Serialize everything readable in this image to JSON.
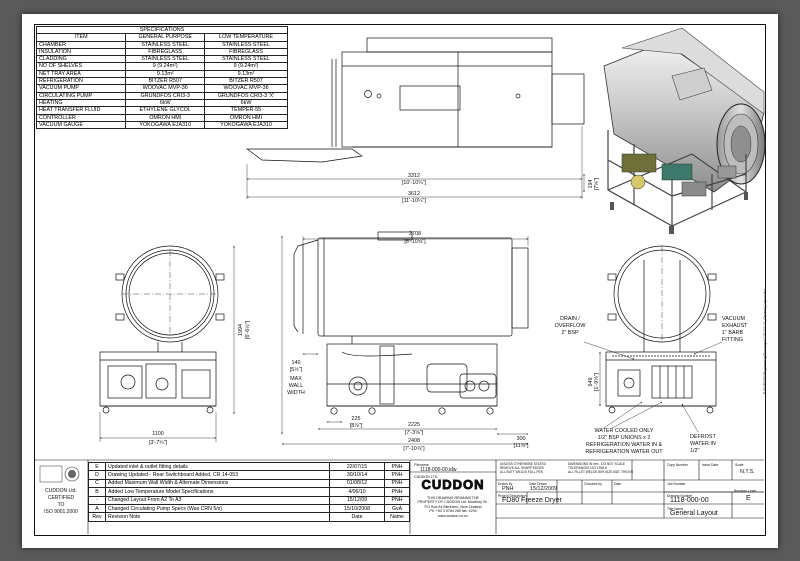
{
  "specifications": {
    "title": "SPECIFICATIONS",
    "headers": [
      "ITEM",
      "GENERAL PURPOSE",
      "LOW TEMPERATURE"
    ],
    "rows": [
      [
        "CHAMBER",
        "STAINLESS STEEL",
        "STAINLESS STEEL"
      ],
      [
        "INSULATION",
        "FIBREGLASS",
        "FIBREGLASS"
      ],
      [
        "CLADDING",
        "STAINLESS STEEL",
        "STAINLESS STEEL"
      ],
      [
        "NO OF SHELVES",
        "9 (9.24m²)",
        "9 (9.24m²)"
      ],
      [
        "NET TRAY AREA",
        "9.13m²",
        "9.13m²"
      ],
      [
        "REFRIGERATION",
        "BITZER R507",
        "BITZER R507"
      ],
      [
        "VACUUM PUMP",
        "WOOVAC MVP-36",
        "WOOVAC MVP-36"
      ],
      [
        "CIRCULATING PUMP",
        "GRUNDFOS CRI3-3",
        "GRUNDFOS CRI3-3 'X'"
      ],
      [
        "HEATING",
        "6kW",
        "6kW"
      ],
      [
        "HEAT TRANSFER FLUID",
        "ETHYLENE GLYCOL",
        "TEMPER-55"
      ],
      [
        "CONTROLLER",
        "OMRON HMI",
        "OMRON HMI"
      ],
      [
        "VACUUM GAUGE",
        "YOKOGAWA EJA310",
        "YOKOGAWA EJA310"
      ]
    ]
  },
  "dimensions": {
    "d3312": "3312",
    "d3312_in": "[10'-10¼\"]",
    "d3612": "3612",
    "d3612_in": "[11'-10¼\"]",
    "d194": "194",
    "d194_in": "[7⅝\"]",
    "d2708": "2708",
    "d2708_in": "[8'-10⅝\"]",
    "d1994": "1994",
    "d1994_in": "[6'-6½\"]",
    "d1100": "1100",
    "d1100_in": "[3'-7¼\"]",
    "d140": "140",
    "d140_in": "[5½\"]",
    "max_wall": "MAX\nWALL\nWIDTH",
    "d225": "225",
    "d225_in": "[8⅞\"]",
    "d2225": "2225",
    "d2225_in": "[7'-3⅝\"]",
    "d2408": "2408",
    "d2408_in": "[7'-10⅞\"]",
    "d300": "300",
    "d300_in": "[11⅞\"]",
    "d549": "549",
    "d549_in": "[1'-9⅝\"]"
  },
  "callouts": {
    "drain": [
      "DRAIN /",
      "OVERFLOW",
      "2\" BSP"
    ],
    "vacuum": [
      "VACUUM",
      "EXHAUST",
      "1\" BARB",
      "FITTING"
    ],
    "water": [
      "WATER COOLED ONLY",
      "1/2\" BSP UNIONS x 2",
      "REFRIGERATION WATER IN &",
      "REFRIGERATION WATER OUT"
    ],
    "defrost": [
      "DEFROST",
      "WATER IN",
      "1/2\""
    ]
  },
  "revisions": {
    "rows": [
      [
        "E",
        "Updated inlet & outlet fitting details",
        "22/07/15",
        "PNH"
      ],
      [
        "D",
        "Drawing Updated - Rear Switchboard Added, CR 14-053",
        "30/10/14",
        "PNH"
      ],
      [
        "C",
        "Added Maximum Wall Width & Alternate Dimensions",
        "01/08/12",
        "PNH"
      ],
      [
        "B",
        "Added Low Temperature Model Specifications",
        "4/06/10",
        "PNH"
      ],
      [
        "-",
        "Changed Layout From A2 To A3",
        "15/12/09",
        "PNH"
      ],
      [
        "A",
        "Changed Circulating Pump Specs (Was CRN 5/s)",
        "15/10/2008",
        "GvA"
      ],
      [
        "Rev",
        "Revision Note",
        "Date",
        "Name"
      ]
    ]
  },
  "certification": {
    "line1": "CUDDON Ltd.",
    "line2": "CERTIFIED",
    "line3": "TO",
    "line4": "ISO 9001:2000"
  },
  "title_block": {
    "filename_label": "Filename",
    "filename": "1118-000-00.idw",
    "company_small": "CUDDON LTD.",
    "logo": "CUDDON",
    "property_lines": [
      "THIS DRAWING REMAINS THE",
      "PROPERTY OF CUDDON Ltd. Mulvihey St.,",
      "P.O Box 84 Blenheim, New Zealand",
      "Ph. +64 3 5784 289 fax: 4294",
      "www.cuddon.co.nz"
    ],
    "notes_small": [
      "UNLESS OTHERWISE STATED",
      "REMOVE ALL SHARP EDGES",
      "ALL BUTT WELDS FULL PEN"
    ],
    "dims_small": [
      "DIMENSIONS IN mm - DO NOT SCALE",
      "TOLERANCES ISO 2768-K",
      "ALL FILLET WELDS 80% SIZE MAT. THICKN"
    ],
    "drawn_by_label": "Drawn by",
    "drawn_by": "PNH",
    "date_drawn_label": "Date Drawn",
    "date_drawn": "15/12/2009",
    "checked_by_label": "Checked by",
    "date_label": "Date",
    "copy_number_label": "Copy Number",
    "issue_date_label": "Issue Date",
    "scale_label": "Scale",
    "scale": "N.T.S.",
    "job_number_label": "Job Number",
    "project_label": "Project Description",
    "project": "FD80 Freeze Dryer",
    "drawing_number_label": "Drawing Number",
    "drawing_number": "1118-000-00",
    "revision_label": "Revision Level",
    "revision": "E",
    "title_label": "Title Name",
    "title": "General Layout"
  },
  "side_path": "F:\\CUDDON\\Engineering\\Drawings\\1118-000-00_General_Layout.idw"
}
